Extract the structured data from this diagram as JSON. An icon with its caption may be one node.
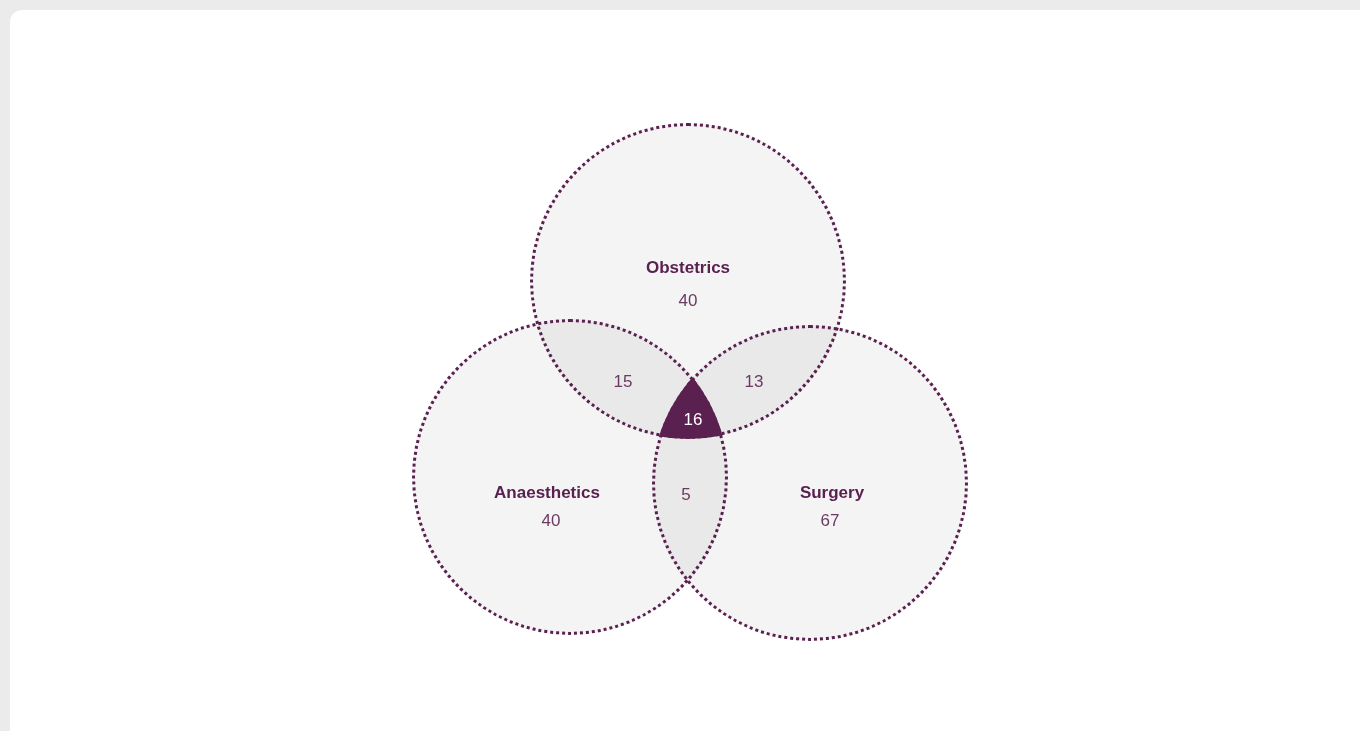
{
  "diagram": {
    "nodes": [
      {
        "text": [
          "Obstetrics",
          "40"
        ]
      },
      {
        "text": [
          "Anaesthetics",
          "40"
        ]
      },
      {
        "text": [
          "Surgery",
          "67"
        ]
      },
      {
        "text": [
          "16"
        ]
      }
    ],
    "labels": [
      "15",
      "13",
      "5"
    ]
  }
}
